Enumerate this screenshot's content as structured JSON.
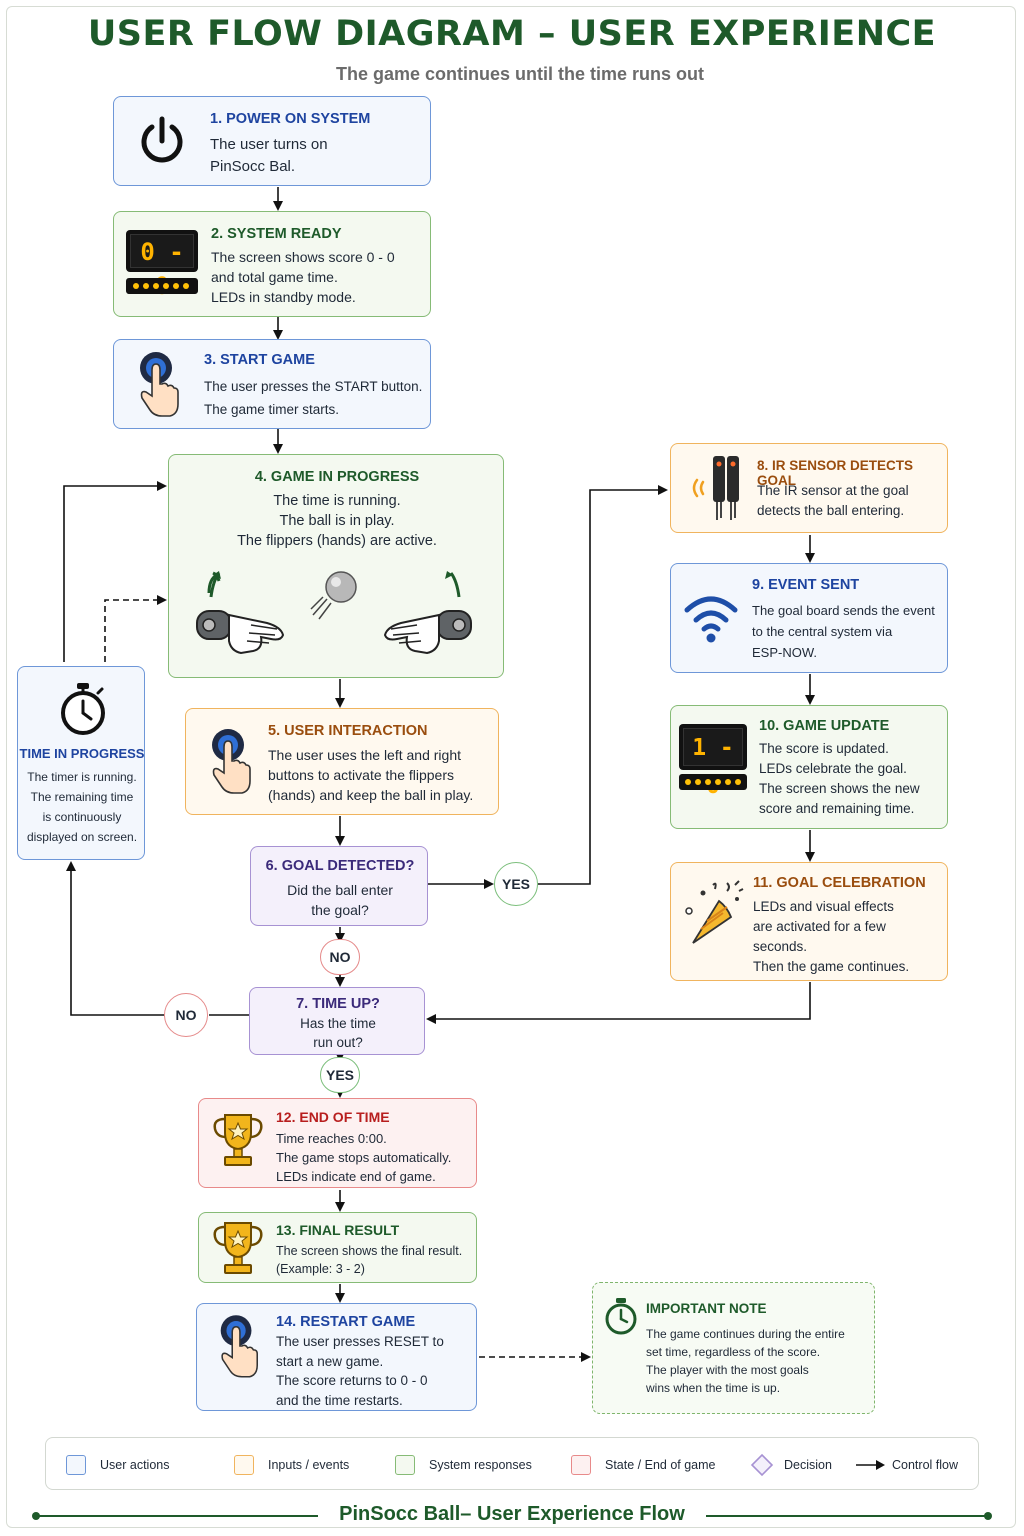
{
  "title": "USER FLOW DIAGRAM – USER EXPERIENCE",
  "subtitle": "The game continues until the time runs out",
  "steps": {
    "s1": {
      "title": "1. POWER ON SYSTEM",
      "lines": [
        "The user turns on",
        "PinSocc Bal."
      ]
    },
    "s2": {
      "title": "2. SYSTEM READY",
      "lines": [
        "The screen shows score 0 - 0",
        "and total game time.",
        "LEDs in standby mode."
      ],
      "score": "0 - 0"
    },
    "s3": {
      "title": "3. START GAME",
      "lines": [
        "The user presses the START button.",
        "The game timer starts."
      ]
    },
    "s4": {
      "title": "4. GAME IN PROGRESS",
      "lines": [
        "The time is running.",
        "The ball is in play.",
        "The flippers (hands) are active."
      ]
    },
    "s5": {
      "title": "5. USER INTERACTION",
      "lines": [
        "The user uses the left and right",
        "buttons to activate the flippers",
        "(hands) and keep the ball in play."
      ]
    },
    "s6": {
      "title": "6. GOAL DETECTED?",
      "lines": [
        "Did the ball enter",
        "the goal?"
      ]
    },
    "s7": {
      "title": "7. TIME UP?",
      "lines": [
        "Has the time",
        "run out?"
      ]
    },
    "s8": {
      "title": "8. IR SENSOR DETECTS GOAL",
      "lines": [
        "The IR sensor at the goal",
        "detects the ball entering."
      ]
    },
    "s9": {
      "title": "9. EVENT SENT",
      "lines": [
        "The goal board sends the event",
        "to the central system via",
        "ESP-NOW."
      ]
    },
    "s10": {
      "title": "10. GAME UPDATE",
      "lines": [
        "The score is updated.",
        "LEDs celebrate the goal.",
        "The screen shows the new",
        "score and remaining time."
      ],
      "score": "1 - 0"
    },
    "s11": {
      "title": "11. GOAL CELEBRATION",
      "lines": [
        "LEDs and visual effects",
        "are activated for a few",
        "seconds.",
        "Then the game continues."
      ]
    },
    "s12": {
      "title": "12. END OF TIME",
      "lines": [
        "Time reaches 0:00.",
        "The game stops automatically.",
        "LEDs indicate end of game."
      ]
    },
    "s13": {
      "title": "13. FINAL RESULT",
      "lines": [
        "The screen shows the final result.",
        "(Example: 3 - 2)"
      ]
    },
    "s14": {
      "title": "14. RESTART GAME",
      "lines": [
        "The user presses RESET to",
        "start a new game.",
        "The score returns to 0 - 0",
        "and the time restarts."
      ]
    },
    "timer": {
      "title": "TIME IN PROGRESS",
      "lines": [
        "The timer is running.",
        "The remaining time",
        "is continuously",
        "displayed on screen."
      ]
    },
    "note": {
      "title": "IMPORTANT NOTE",
      "lines": [
        "The game continues during the entire",
        "set time, regardless of the score.",
        "The player with the most goals",
        "wins when the time is up."
      ]
    }
  },
  "decisions": {
    "yes1": "YES",
    "no1": "NO",
    "no2": "NO",
    "yes2": "YES"
  },
  "legend": {
    "user": "User actions",
    "inputs": "Inputs / events",
    "system": "System responses",
    "state": "State / End of game",
    "decision": "Decision",
    "flow": "Control flow"
  },
  "footer": "PinSocc Ball– User Experience Flow",
  "colors": {
    "title": "#1e5a2a",
    "user_actions": "#6e97d8",
    "inputs_events": "#f0b45e",
    "system_responses": "#86bb76",
    "state_end": "#e88a8a",
    "decision": "#a792d3"
  },
  "icons": [
    "power-icon",
    "scoreboard-icon",
    "press-button-icon",
    "flipper-hand-icon",
    "ball-icon",
    "stopwatch-icon",
    "ir-sensor-icon",
    "wifi-icon",
    "party-popper-icon",
    "trophy-icon",
    "clock-icon"
  ]
}
